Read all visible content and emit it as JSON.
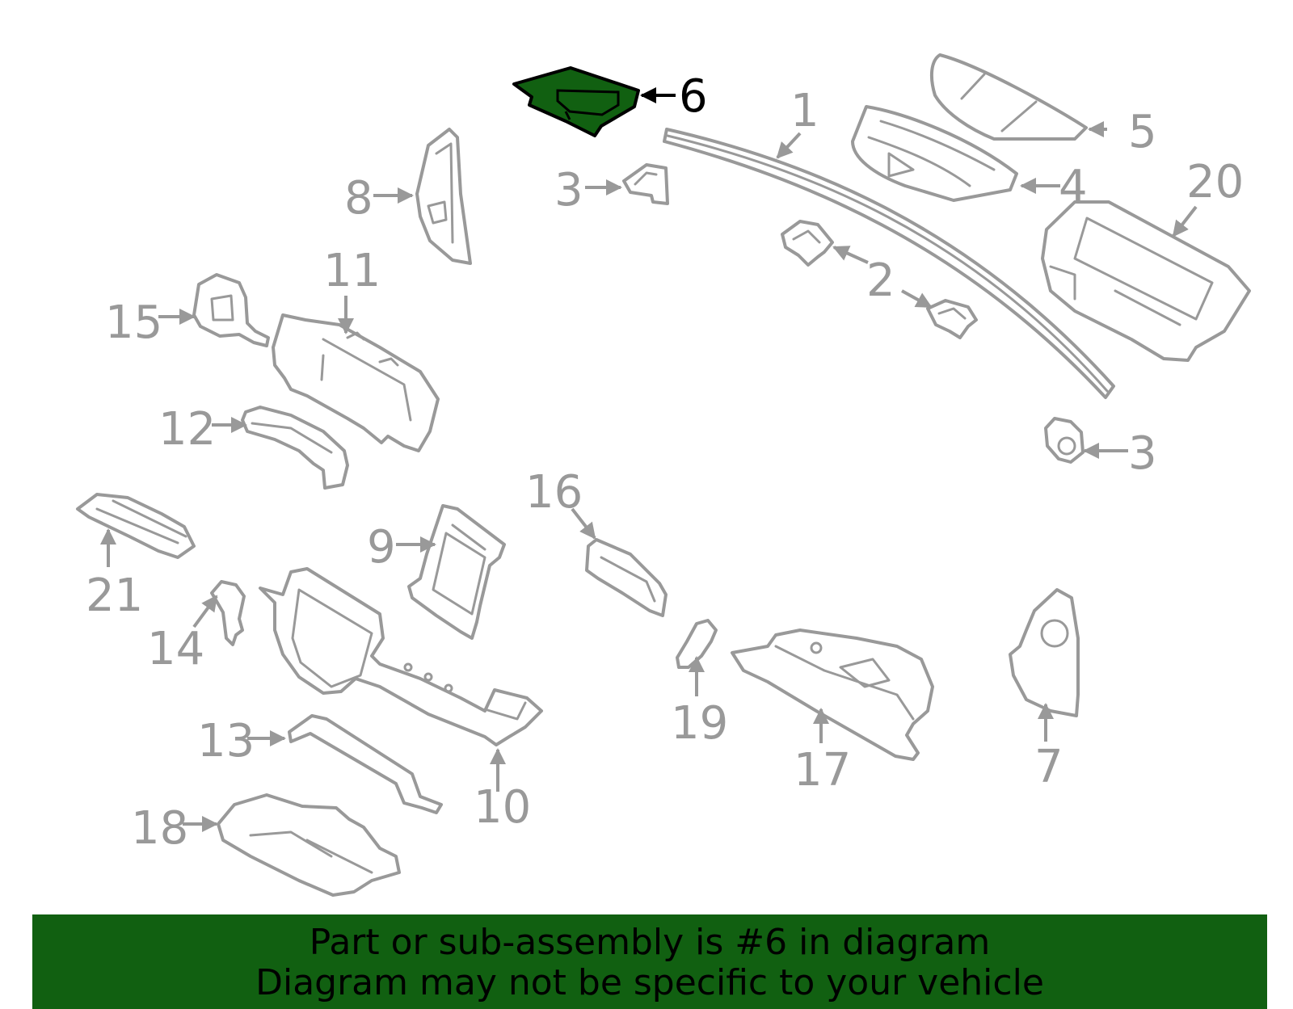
{
  "colors": {
    "highlight": "#116011",
    "banner_bg": "#116011",
    "part_stroke": "#999999",
    "label_gray": "#999999",
    "label_highlight": "#000000"
  },
  "highlighted_part": "6",
  "callouts": {
    "c1": "1",
    "c2": "2",
    "c3a": "3",
    "c3b": "3",
    "c4": "4",
    "c5": "5",
    "c6": "6",
    "c7": "7",
    "c8": "8",
    "c9": "9",
    "c10": "10",
    "c11": "11",
    "c12": "12",
    "c13": "13",
    "c14": "14",
    "c15": "15",
    "c16": "16",
    "c17": "17",
    "c18": "18",
    "c19": "19",
    "c20": "20",
    "c21": "21"
  },
  "banner": {
    "line1": "Part or sub-assembly is #6 in diagram",
    "line2": "Diagram may not be specific to your vehicle"
  }
}
